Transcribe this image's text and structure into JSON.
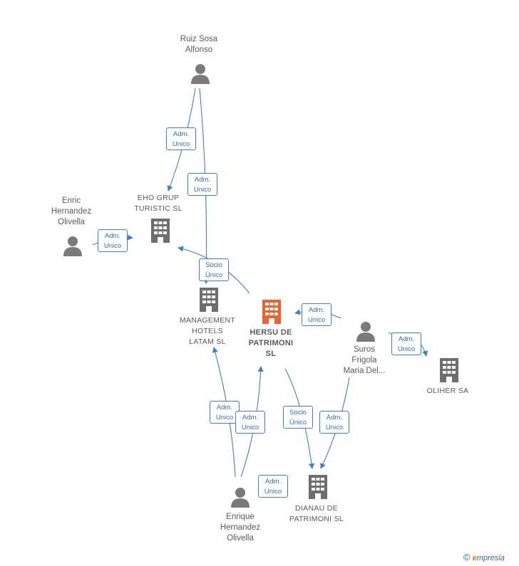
{
  "nodes": {
    "ruiz": "Ruiz Sosa\nAlfonso",
    "enric": "Enric\nHernandez\nOlivella",
    "eho": "EHO GRUP\nTURISTIC  SL",
    "management": "MANAGEMENT\nHOTELS\nLATAM  SL",
    "hersu": "HERSU DE\nPATRIMONI\nSL",
    "suros": "Suros\nFrigola\nMaria Del...",
    "oliher": "OLIHER SA",
    "enrique": "Enrique\nHernandez\nOlivella",
    "dianau": "DIANAU DE\nPATRIMONI  SL"
  },
  "edges": {
    "ruiz_eho": "Adm.\nUnico",
    "ruiz_management": "Adm.\nUnico",
    "enric_eho": "Adm.\nUnico",
    "hersu_eho": "Socio\nÚnico",
    "suros_hersu": "Adm.\nUnico",
    "suros_oliher": "Adm.\nUnico",
    "enrique_management": "Adm.\nUnico",
    "enrique_hersu": "Adm.\nUnico",
    "hersu_dianau": "Socio\nÚnico",
    "suros_dianau": "Adm.\nUnico",
    "enrique_dianau": "Adm.\nUnico"
  },
  "colors": {
    "edge": "#3b7fd4",
    "person": "#7a7a7a",
    "company": "#6e6e6e",
    "focus_company": "#f0622d"
  },
  "icons": {
    "person": "person-icon",
    "company": "building-icon"
  },
  "footer": {
    "copyright": "©",
    "brand_initial": "e",
    "brand_rest": "mpresia"
  }
}
